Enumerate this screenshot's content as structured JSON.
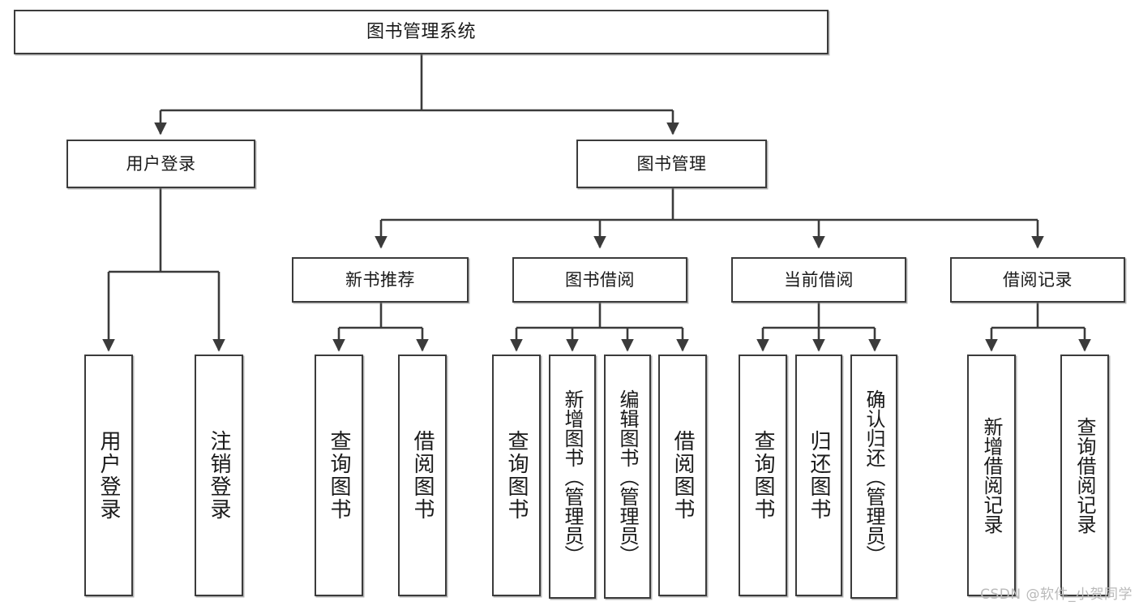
{
  "diagram": {
    "type": "tree-hierarchy",
    "title": "图书管理系统",
    "watermark": "CSDN @软件_小贺同学",
    "colors": {
      "box_border": "#3b3b3b",
      "box_fill": "#ffffff",
      "edge": "#3b3b3b",
      "text": "#1a1a1a",
      "watermark": "#b9b9b9"
    },
    "nodes": {
      "root": {
        "label": "图书管理系统",
        "level": 0
      },
      "level1": [
        {
          "id": "user-login",
          "label": "用户登录"
        },
        {
          "id": "book-manage",
          "label": "图书管理"
        }
      ],
      "level2": [
        {
          "id": "new-book-recommend",
          "label": "新书推荐",
          "parent": "book-manage"
        },
        {
          "id": "book-borrow",
          "label": "图书借阅",
          "parent": "book-manage"
        },
        {
          "id": "current-borrow",
          "label": "当前借阅",
          "parent": "book-manage"
        },
        {
          "id": "borrow-record",
          "label": "借阅记录",
          "parent": "book-manage"
        }
      ],
      "leaves": {
        "user-login": [
          {
            "id": "leaf-user-login",
            "label": "用户登录"
          },
          {
            "id": "leaf-user-logout",
            "label": "注销登录"
          }
        ],
        "new-book-recommend": [
          {
            "id": "leaf-query-book-1",
            "label": "查询图书"
          },
          {
            "id": "leaf-borrow-book-1",
            "label": "借阅图书"
          }
        ],
        "book-borrow": [
          {
            "id": "leaf-query-book-2",
            "label": "查询图书"
          },
          {
            "id": "leaf-add-book",
            "label": "新增图书（管理员）"
          },
          {
            "id": "leaf-edit-book",
            "label": "编辑图书（管理员）"
          },
          {
            "id": "leaf-borrow-book-2",
            "label": "借阅图书"
          }
        ],
        "current-borrow": [
          {
            "id": "leaf-query-book-3",
            "label": "查询图书"
          },
          {
            "id": "leaf-return-book",
            "label": "归还图书"
          },
          {
            "id": "leaf-confirm-return",
            "label": "确认归还（管理员）"
          }
        ],
        "borrow-record": [
          {
            "id": "leaf-add-record",
            "label": "新增借阅记录"
          },
          {
            "id": "leaf-query-record",
            "label": "查询借阅记录"
          }
        ]
      }
    }
  }
}
